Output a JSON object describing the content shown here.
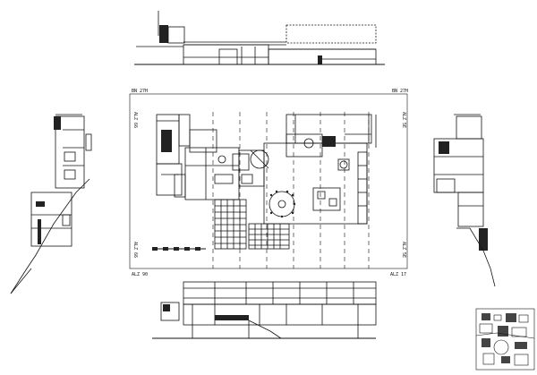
{
  "sheet": {
    "labels": {
      "top_left": "BN 27H",
      "top_right": "BN 27H",
      "left_top": "ALZ 66",
      "left_bottom": "ALZ 66",
      "right_top": "ALZ 5E",
      "right_bottom": "ALZ 5E",
      "bottom_left": "ALZ 90",
      "bottom_right": "ALZ 17"
    }
  }
}
